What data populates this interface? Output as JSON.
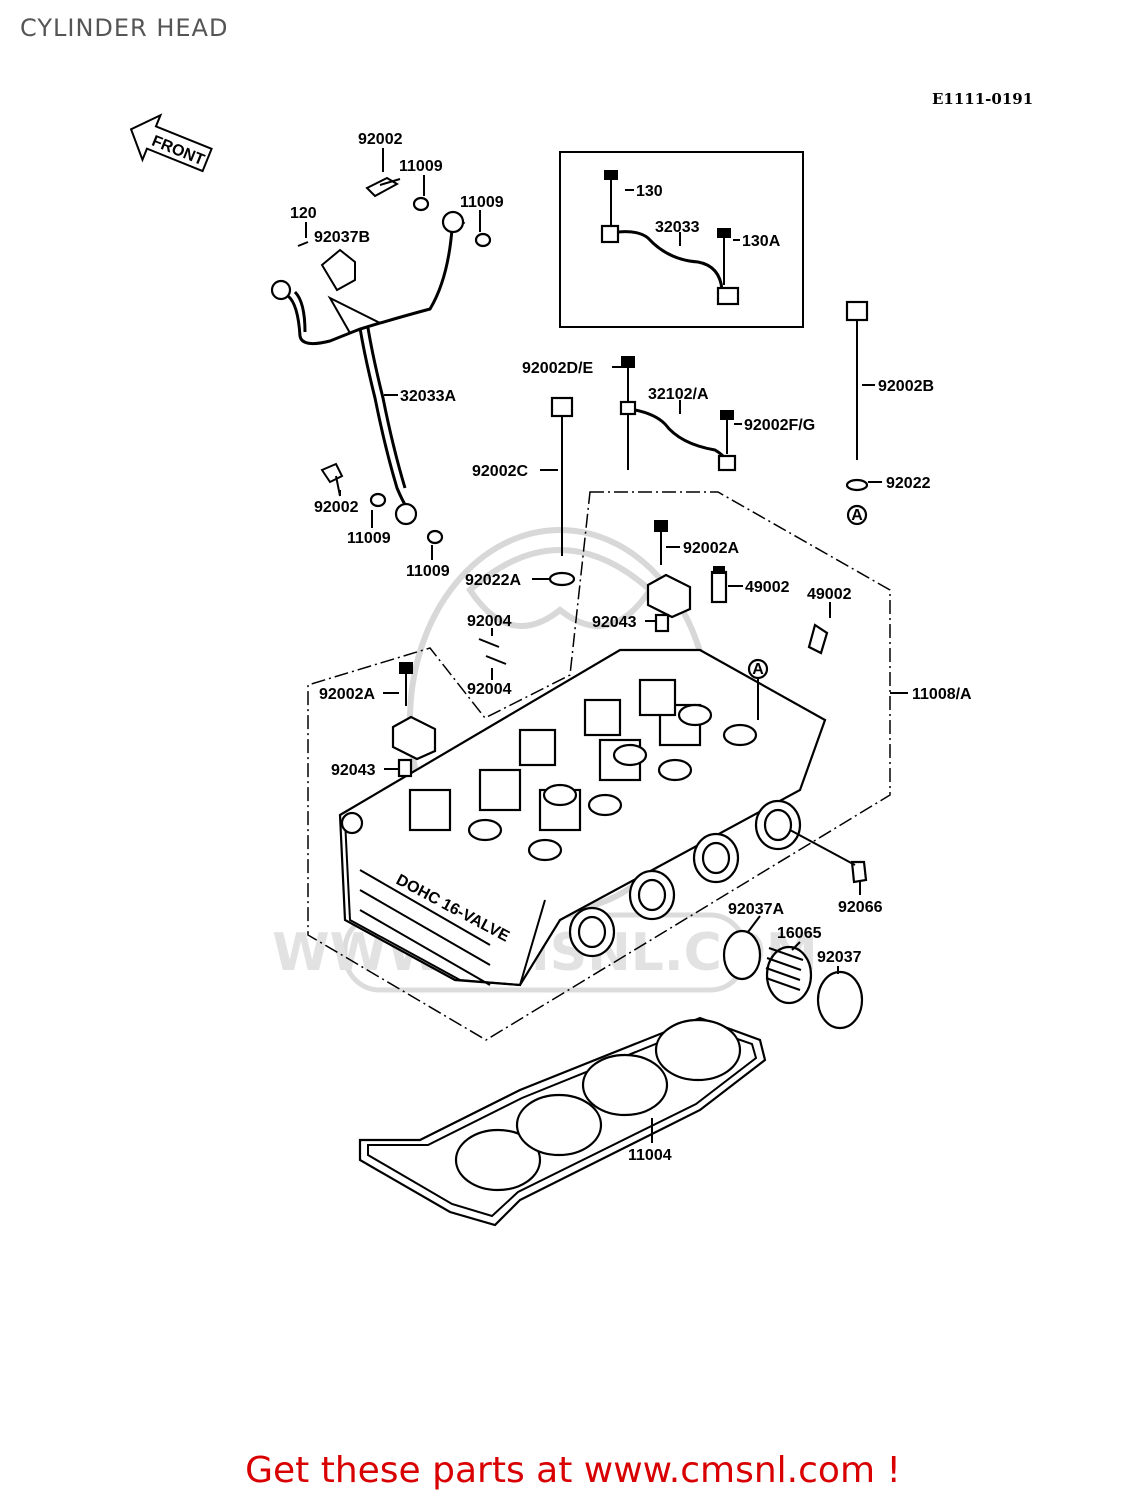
{
  "title": "CYLINDER HEAD",
  "reference_code": "E1111-0191",
  "front_label": "FRONT",
  "watermark": "WWW.CMSNL.COM",
  "head_text": "DOHC 16-VALVE",
  "promo_text": "Get these parts at www.cmsnl.com !",
  "colors": {
    "promo": "#d80000",
    "title": "#555555"
  },
  "callouts": [
    {
      "id": "p92002_top",
      "text": "92002"
    },
    {
      "id": "p11009_a",
      "text": "11009"
    },
    {
      "id": "p11009_b",
      "text": "11009"
    },
    {
      "id": "p120",
      "text": "120"
    },
    {
      "id": "p92037B",
      "text": "92037B"
    },
    {
      "id": "p32033A",
      "text": "32033A"
    },
    {
      "id": "p92002_low",
      "text": "92002"
    },
    {
      "id": "p11009_c",
      "text": "11009"
    },
    {
      "id": "p11009_d",
      "text": "11009"
    },
    {
      "id": "p130",
      "text": "130"
    },
    {
      "id": "p32033",
      "text": "32033"
    },
    {
      "id": "p130A",
      "text": "130A"
    },
    {
      "id": "p92002DE",
      "text": "92002D/E"
    },
    {
      "id": "p32102A",
      "text": "32102/A"
    },
    {
      "id": "p92002FG",
      "text": "92002F/G"
    },
    {
      "id": "p92002C",
      "text": "92002C"
    },
    {
      "id": "p92002B",
      "text": "92002B"
    },
    {
      "id": "p92022",
      "text": "92022"
    },
    {
      "id": "p92022A",
      "text": "92022A"
    },
    {
      "id": "p92002A_r",
      "text": "92002A"
    },
    {
      "id": "p49002_a",
      "text": "49002"
    },
    {
      "id": "p49002_b",
      "text": "49002"
    },
    {
      "id": "p92043_r",
      "text": "92043"
    },
    {
      "id": "p92004_a",
      "text": "92004"
    },
    {
      "id": "p92004_b",
      "text": "92004"
    },
    {
      "id": "p92002A_l",
      "text": "92002A"
    },
    {
      "id": "p11008A",
      "text": "11008/A"
    },
    {
      "id": "p92043_l",
      "text": "92043"
    },
    {
      "id": "p92066",
      "text": "92066"
    },
    {
      "id": "p92037A",
      "text": "92037A"
    },
    {
      "id": "p16065",
      "text": "16065"
    },
    {
      "id": "p92037",
      "text": "92037"
    },
    {
      "id": "p11004",
      "text": "11004"
    }
  ],
  "markers": [
    "A",
    "A"
  ]
}
